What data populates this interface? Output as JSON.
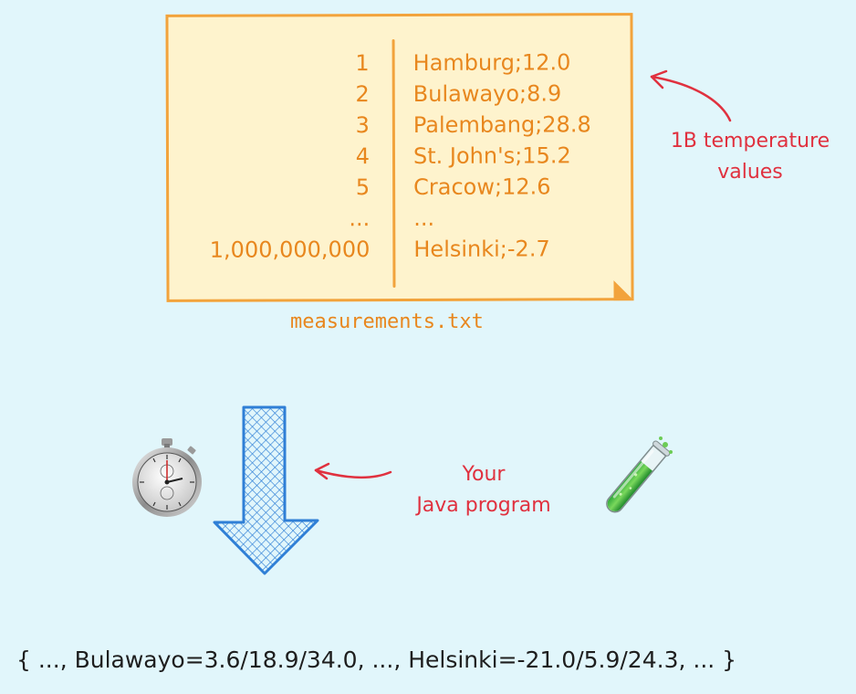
{
  "file": {
    "name": "measurements.txt",
    "rows": [
      {
        "num": "1",
        "text": "Hamburg;12.0"
      },
      {
        "num": "2",
        "text": "Bulawayo;8.9"
      },
      {
        "num": "3",
        "text": "Palembang;28.8"
      },
      {
        "num": "4",
        "text": "St. John's;15.2"
      },
      {
        "num": "5",
        "text": "Cracow;12.6"
      },
      {
        "num": "...",
        "text": "..."
      },
      {
        "num": "1,000,000,000",
        "text": "Helsinki;-2.7"
      }
    ]
  },
  "annotations": {
    "values_line1": "1B temperature",
    "values_line2": "values",
    "program_line1": "Your",
    "program_line2": "Java program"
  },
  "output": {
    "text": "{ ..., Bulawayo=3.6/18.9/34.0, ..., Helsinki=-21.0/5.9/24.3, ... }"
  },
  "icons": [
    "stopwatch-icon",
    "test-tube-icon",
    "down-arrow-icon"
  ],
  "colors": {
    "background": "#e1f6fb",
    "note_fill": "#fef3cd",
    "note_stroke": "#f2a33c",
    "annotation": "#e0313f",
    "arrow": "#2f7fd6"
  }
}
